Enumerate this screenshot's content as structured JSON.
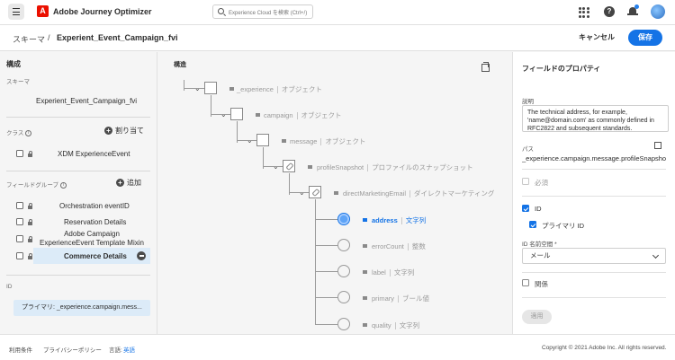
{
  "app": {
    "name": "Adobe Journey Optimizer"
  },
  "search": {
    "placeholder": "Experience Cloud を検索 (Ctrl+/)"
  },
  "breadcrumb": {
    "root": "スキーマ",
    "separator": "/",
    "current": "Experient_Event_Campaign_fvi"
  },
  "header": {
    "cancel_label": "キャンセル",
    "save_label": "保存"
  },
  "composition": {
    "title": "構成",
    "schema_label": "スキーマ",
    "schema_name": "Experient_Event_Campaign_fvi",
    "class_label": "クラス",
    "assign_label": "割り当て",
    "class_name": "XDM ExperienceEvent",
    "fieldgroups_label": "フィールドグループ",
    "add_label": "追加",
    "fieldgroups": [
      "Orchestration eventID",
      "Reservation Details",
      "Adobe Campaign ExperienceEvent Template Mixin",
      "Commerce Details"
    ],
    "id_label": "ID",
    "primary_id": "プライマリ: _experience.campaign.mess..."
  },
  "structure": {
    "title": "構造",
    "nodes": [
      {
        "name": "_experience",
        "type": "オブジェクト"
      },
      {
        "name": "campaign",
        "type": "オブジェクト"
      },
      {
        "name": "message",
        "type": "オブジェクト"
      },
      {
        "name": "profileSnapshot",
        "type": "プロファイルのスナップショット"
      },
      {
        "name": "directMarketingEmail",
        "type": "ダイレクトマーケティング"
      },
      {
        "name": "address",
        "type": "文字列"
      },
      {
        "name": "errorCount",
        "type": "整数"
      },
      {
        "name": "label",
        "type": "文字列"
      },
      {
        "name": "primary",
        "type": "ブール値"
      },
      {
        "name": "quality",
        "type": "文字列"
      }
    ]
  },
  "properties": {
    "title": "フィールドのプロパティ",
    "description_label": "説明",
    "description_value": "The technical address, for example, 'name@domain.com' as commonly defined in RFC2822 and subsequent standards.",
    "path_label": "パス",
    "path_value": "_experience.campaign.message.profileSnapshot.directMarketingEmail.address",
    "required_label": "必須",
    "id_label": "ID",
    "primary_id_label": "プライマリ ID",
    "namespace_label": "ID 名前空間 *",
    "namespace_value": "メール",
    "relation_label": "関係",
    "apply_label": "適用"
  },
  "footer": {
    "terms": "利用条件",
    "privacy": "プライバシーポリシー",
    "language_label": "言語:",
    "language_value": "英語",
    "copyright": "Copyright © 2021 Adobe Inc. All rights reserved."
  }
}
